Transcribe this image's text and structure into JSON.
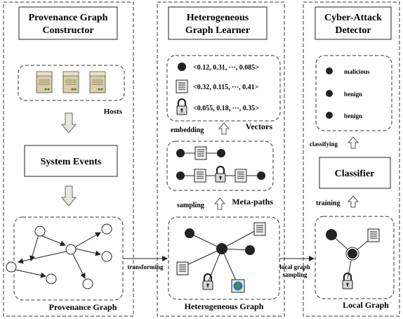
{
  "panels": {
    "constructor_title_1": "Provenance Graph",
    "constructor_title_2": "Constructor",
    "learner_title_1": "Heterogeneous",
    "learner_title_2": "Graph Learner",
    "detector_title_1": "Cyber-Attack",
    "detector_title_2": "Detector"
  },
  "constructor": {
    "hosts_label": "Hosts",
    "system_events_label": "System Events",
    "provenance_graph_label": "Provenance Graph"
  },
  "learner": {
    "vectors": [
      "<0.12, 0.31, ···, 0.085>",
      "<0.32, 0.115, ···, 0.41>",
      "<0.055, 0.18, ···, 0.35>"
    ],
    "vectors_label": "Vectors",
    "embedding_label": "embedding",
    "meta_paths_label": "Meta-paths",
    "sampling_label": "sampling",
    "heterogeneous_graph_label": "Heterogeneous Graph"
  },
  "detector": {
    "results": [
      "malicious",
      "benign",
      "benign"
    ],
    "classifying_label": "classifying",
    "classifier_label": "Classifier",
    "training_label": "training",
    "local_graph_label": "Local Graph"
  },
  "connectors": {
    "transforming_label": "transforming",
    "local_graph_sampling_1": "local graph",
    "local_graph_sampling_2": "sampling"
  }
}
